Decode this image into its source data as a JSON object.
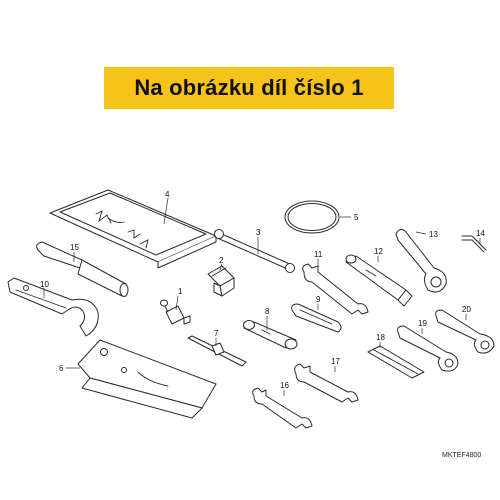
{
  "banner": {
    "text": "Na obrázku díl číslo 1",
    "color": "#f7c21a"
  },
  "diagram_code": "MKTEF4800",
  "callouts": [
    {
      "id": "1",
      "part": "part-1-icon"
    },
    {
      "id": "2",
      "part": "part-2-icon"
    },
    {
      "id": "3",
      "part": "part-3-icon"
    },
    {
      "id": "4",
      "part": "part-4-icon"
    },
    {
      "id": "5",
      "part": "part-5-icon"
    },
    {
      "id": "6",
      "part": "part-6-icon"
    },
    {
      "id": "7",
      "part": "part-7-icon"
    },
    {
      "id": "8",
      "part": "part-8-icon"
    },
    {
      "id": "9",
      "part": "part-9-icon"
    },
    {
      "id": "10",
      "part": "part-10-icon"
    },
    {
      "id": "11",
      "part": "part-11-icon"
    },
    {
      "id": "12",
      "part": "part-12-icon"
    },
    {
      "id": "13",
      "part": "part-13-icon"
    },
    {
      "id": "14",
      "part": "part-14-icon"
    },
    {
      "id": "15",
      "part": "part-15-icon"
    },
    {
      "id": "16",
      "part": "part-16-icon"
    },
    {
      "id": "17",
      "part": "part-17-icon"
    },
    {
      "id": "18",
      "part": "part-18-icon"
    },
    {
      "id": "19",
      "part": "part-19-icon"
    },
    {
      "id": "20",
      "part": "part-20-icon"
    }
  ]
}
